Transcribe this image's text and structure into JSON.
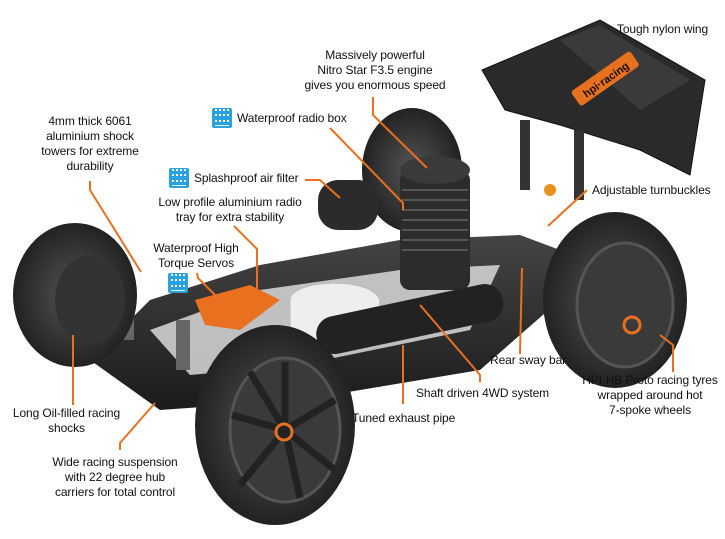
{
  "title": "HPI racing buggy feature diagram",
  "accent_color": "#e8701f",
  "waterproof_icon": "waterproof-badge-icon",
  "wing_logo": "hpi-racing",
  "callouts": {
    "wing": "Tough nylon wing",
    "engine": [
      "Massively powerful",
      "Nitro Star F3.5 engine",
      "gives you enormous speed"
    ],
    "radio_box": "Waterproof radio box",
    "air_filter": "Splashproof air filter",
    "shock_towers": [
      "4mm thick 6061",
      "aluminium shock",
      "towers for extreme",
      "durability"
    ],
    "radio_tray": [
      "Low profile aluminium radio",
      "tray for extra stability"
    ],
    "servos": [
      "Waterproof High",
      "Torque Servos"
    ],
    "turnbuckles": "Adjustable turnbuckles",
    "sway_bar": "Rear sway bar",
    "drive": "Shaft driven 4WD system",
    "exhaust": "Tuned exhaust pipe",
    "tyres": [
      "HPI-HB Proto racing tyres",
      "wrapped around hot",
      "7-spoke wheels"
    ],
    "shocks": [
      "Long Oil-filled racing",
      "shocks"
    ],
    "suspension": [
      "Wide racing suspension",
      "with 22 degree hub",
      "carriers for total control"
    ]
  }
}
